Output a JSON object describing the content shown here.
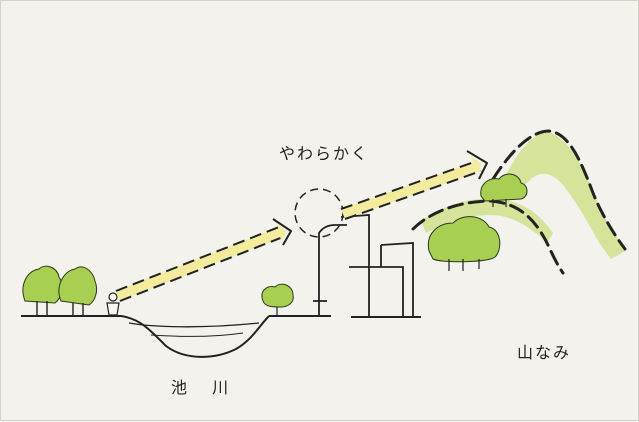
{
  "labels": {
    "view_softly": "やわらかく",
    "pond_river": "池 川",
    "mountain_range": "山なみ"
  },
  "colors": {
    "foliage": "#a8cf52",
    "foliage_light": "#d6e39a",
    "sightline_fill": "#f3ec9e",
    "ink": "#222222",
    "background": "#f4f2ec"
  },
  "icons": {
    "person": "observer-figure-icon",
    "tree": "tree-icon",
    "building": "building-outline-icon",
    "arrow": "dashed-sightline-arrow-icon"
  }
}
